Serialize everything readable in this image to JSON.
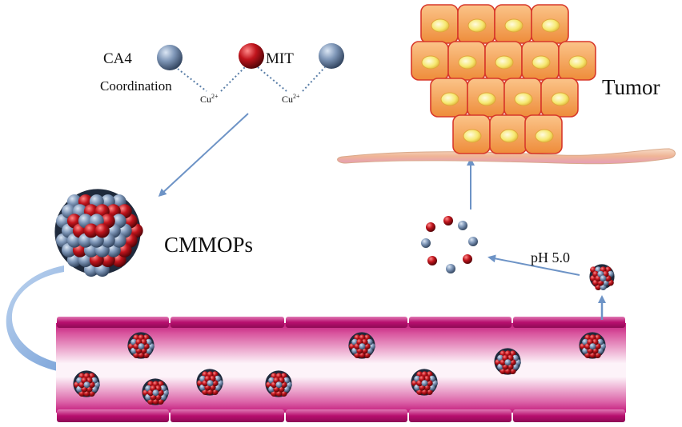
{
  "labels": {
    "ca4": "CA4",
    "mit": "MIT",
    "coordination": "Coordination",
    "copper_ion": "Cu",
    "copper_charge": "2+",
    "nanoparticle": "CMMOPs",
    "tumor": "Tumor",
    "release_condition": "pH 5.0"
  },
  "colors": {
    "ca4_sphere": "#6f86a6",
    "mit_sphere": "#b3121a",
    "vessel": "#c2187a",
    "vessel_light": "#fbeaf4",
    "tumor_cell": "#f4a35c",
    "tumor_cell_border": "#d8382a",
    "nucleus": "#f5e56a",
    "arrow": "#6d93c6",
    "tissue": "#f1c4a6"
  }
}
